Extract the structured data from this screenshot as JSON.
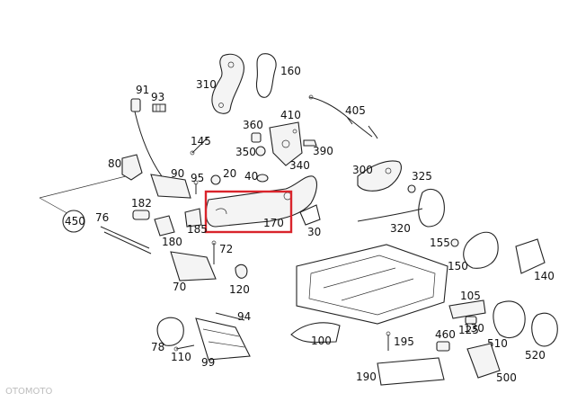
{
  "labels": {
    "l91": "91",
    "l93": "93",
    "l310": "310",
    "l160": "160",
    "l405": "405",
    "l360": "360",
    "l410": "410",
    "l145": "145",
    "l350": "350",
    "l390": "390",
    "l340": "340",
    "l80": "80",
    "l90": "90",
    "l95": "95",
    "l20": "20",
    "l40": "40",
    "l300": "300",
    "l325": "325",
    "l182": "182",
    "l170": "170",
    "l30": "30",
    "l320": "320",
    "l450": "450",
    "l76": "76",
    "l180": "180",
    "l185": "185",
    "l72": "72",
    "l155": "155",
    "l150": "150",
    "l140": "140",
    "l70": "70",
    "l120": "120",
    "l105": "105",
    "l94": "94",
    "l100": "100",
    "l125": "125",
    "l130": "130",
    "l195": "195",
    "l460": "460",
    "l510": "510",
    "l78": "78",
    "l110": "110",
    "l99": "99",
    "l520": "520",
    "l190": "190",
    "l500": "500"
  },
  "watermark": "OTOMOTO",
  "colors": {
    "highlight": "#d9242b",
    "line": "#222222"
  }
}
